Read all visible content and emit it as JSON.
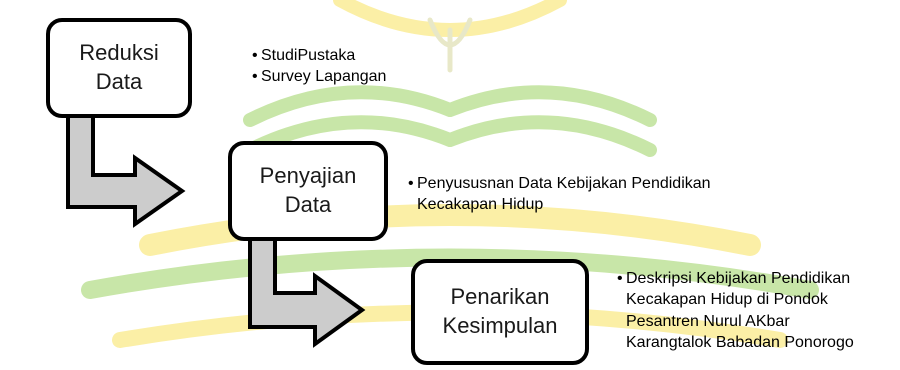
{
  "colors": {
    "box_border": "#000000",
    "box_fill": "#ffffff",
    "arrow_fill": "#cccccc",
    "arrow_stroke": "#000000",
    "watermark_green": "#c8e6a8",
    "watermark_yellow": "#fbefa6"
  },
  "steps": [
    {
      "label": "Reduksi\nData",
      "notes": [
        "StudiPustaka",
        "Survey Lapangan"
      ]
    },
    {
      "label": "Penyajian\nData",
      "notes": [
        "Penyususnan Data Kebijakan Pendidikan\nKecakapan Hidup"
      ]
    },
    {
      "label": "Penarikan\nKesimpulan",
      "notes": [
        "Deskripsi Kebijakan Pendidikan\nKecakapan Hidup di Pondok\nPesantren Nurul AKbar\nKarangtalok Babadan Ponorogo"
      ]
    }
  ]
}
